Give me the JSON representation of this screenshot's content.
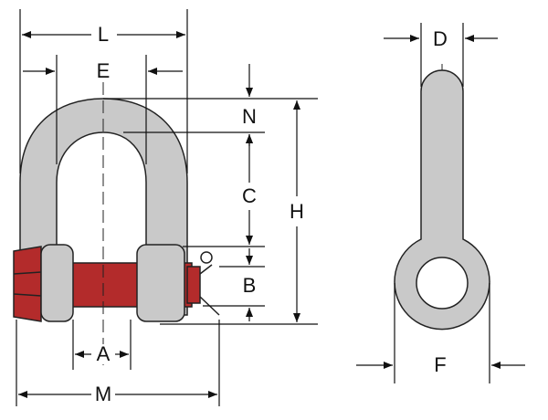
{
  "labels": {
    "L": "L",
    "E": "E",
    "N": "N",
    "C": "C",
    "H": "H",
    "B": "B",
    "A": "A",
    "M": "M",
    "D": "D",
    "F": "F"
  },
  "colors": {
    "body": "#c9c9c9",
    "pin": "#b32b2b",
    "outline": "#222222"
  }
}
